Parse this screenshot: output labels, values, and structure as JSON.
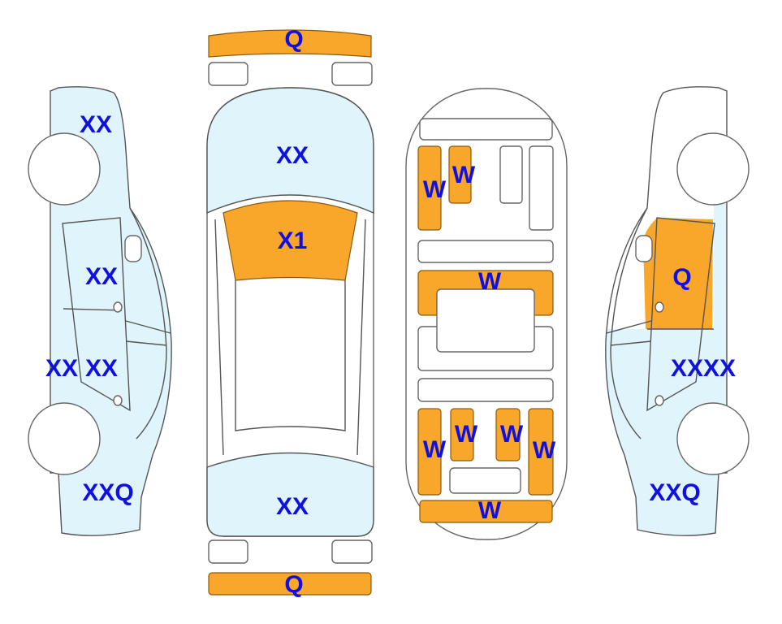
{
  "colors": {
    "damage_orange": "#f9a72b",
    "panel_blue": "#dff4fb",
    "label_blue": "#1010e0"
  },
  "views": {
    "left_side": {
      "labels": [
        "XX",
        "XX",
        "XX",
        "XX",
        "XXQ"
      ]
    },
    "top": {
      "labels": [
        "Q",
        "XX",
        "X1",
        "XX",
        "Q"
      ]
    },
    "underside": {
      "labels": [
        "W",
        "W",
        "W",
        "W",
        "W",
        "W",
        "W",
        "W"
      ]
    },
    "right_side": {
      "labels": [
        "Q",
        "XXXX",
        "XXQ"
      ]
    }
  }
}
